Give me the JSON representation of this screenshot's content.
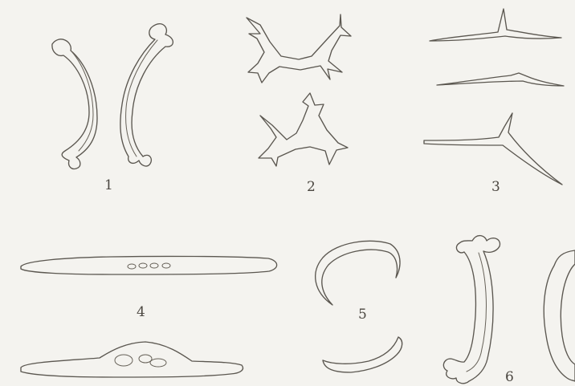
{
  "figure_labels": {
    "fig1": "1",
    "fig2": "2",
    "fig3": "3",
    "fig4": "4",
    "fig5": "5",
    "fig6": "6"
  },
  "colors": {
    "paper": "#f4f3ef",
    "ink": "#5b5750"
  }
}
